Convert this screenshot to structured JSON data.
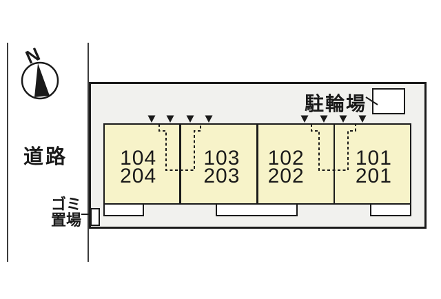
{
  "compass": {
    "label": "N"
  },
  "road": {
    "label": "道路"
  },
  "garbage_area": {
    "label_line1": "ゴミ",
    "label_line2": "置場"
  },
  "bicycle_parking": {
    "label": "駐輪場"
  },
  "building": {
    "units": [
      {
        "first_floor": "104",
        "second_floor": "204"
      },
      {
        "first_floor": "103",
        "second_floor": "203"
      },
      {
        "first_floor": "102",
        "second_floor": "202"
      },
      {
        "first_floor": "101",
        "second_floor": "201"
      }
    ]
  },
  "colors": {
    "site_fill": "#f1f1ee",
    "building_fill": "#f7f3c9",
    "line": "#1a1a1a"
  }
}
